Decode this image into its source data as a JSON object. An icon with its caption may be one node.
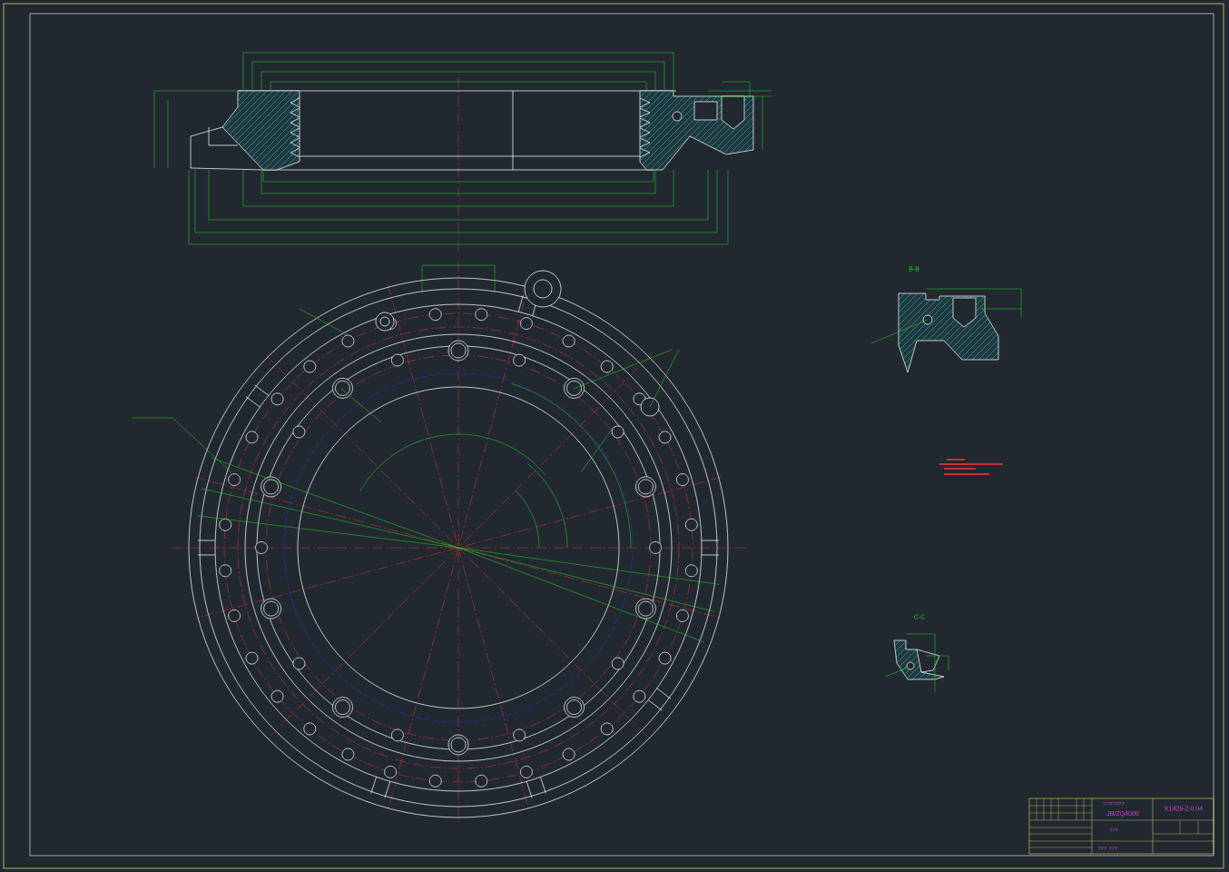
{
  "diagram": {
    "labels": [
      "B-B",
      "C-C",
      "???????",
      "JB/ZQ4000",
      "K1429-2.0.04",
      "???",
      "??? ???"
    ]
  }
}
